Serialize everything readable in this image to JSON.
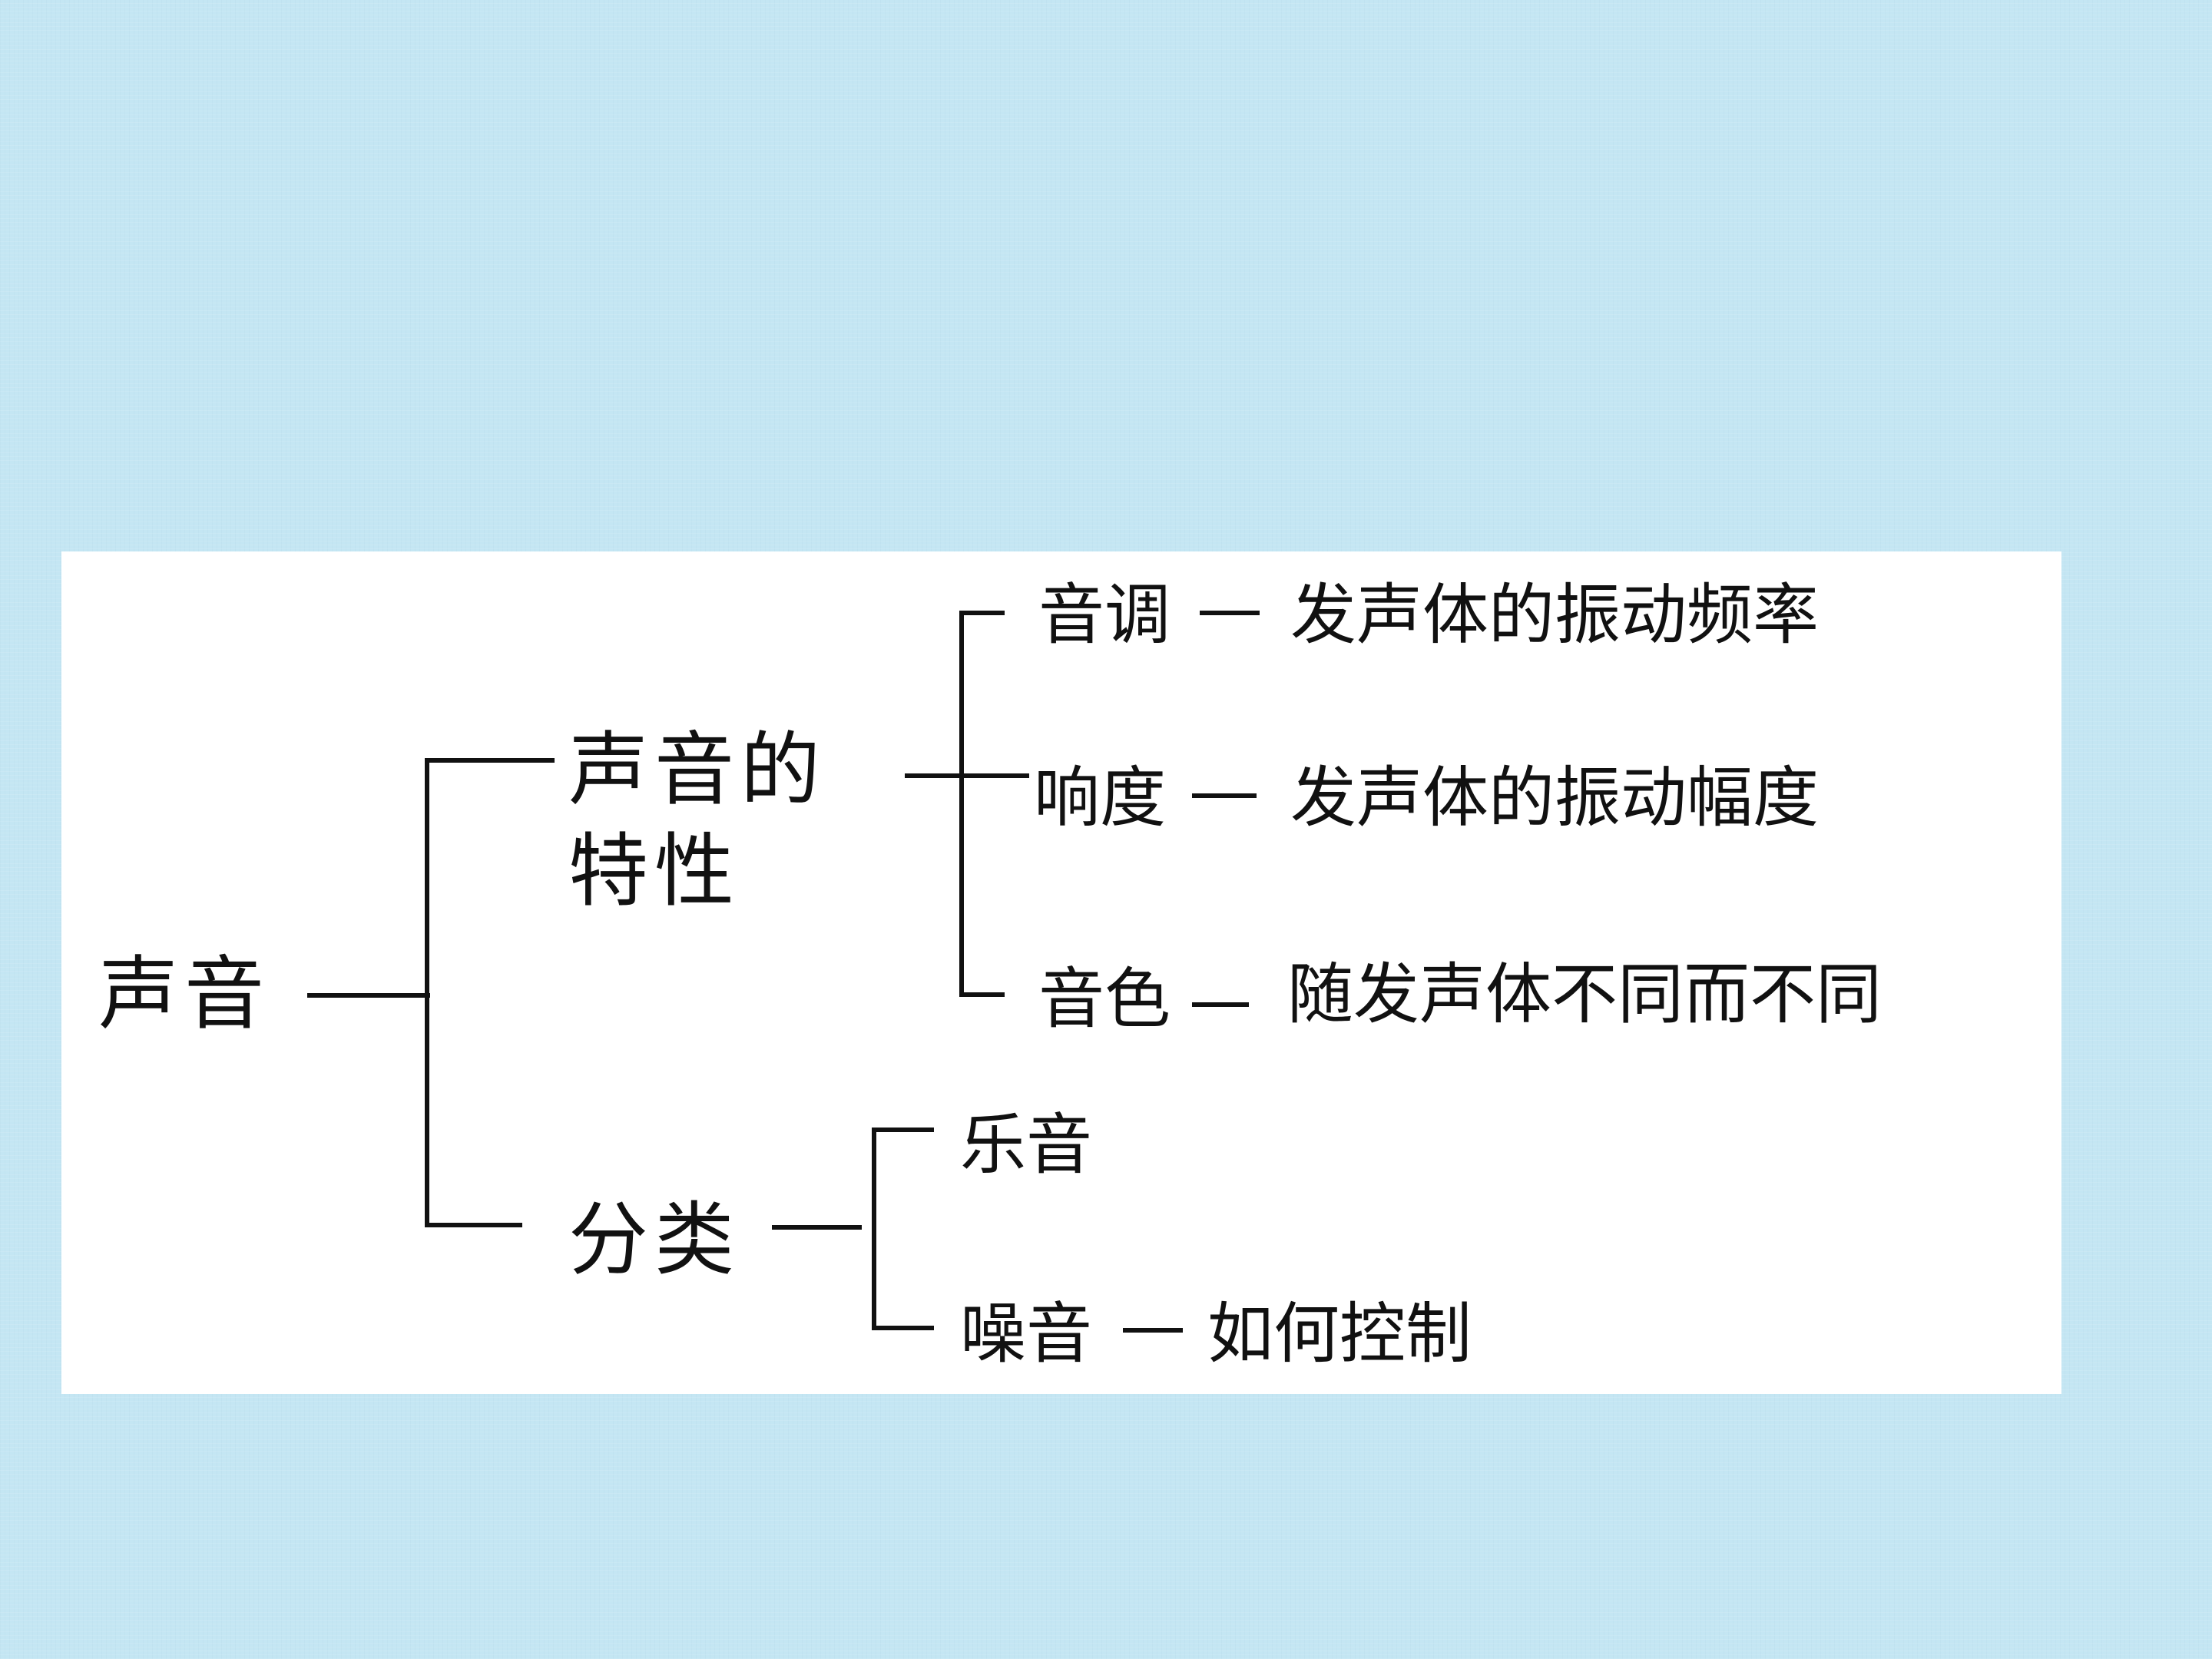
{
  "background_color": "#c4e6f3",
  "panel_color": "#ffffff",
  "line_color": "#111111",
  "diagram": {
    "root": {
      "label": "声音"
    },
    "branches": [
      {
        "label_line1": "声音的",
        "label_line2": "特性",
        "children": [
          {
            "label": "音调",
            "description": "发声体的振动频率"
          },
          {
            "label": "响度",
            "description": "发声体的振动幅度"
          },
          {
            "label": "音色",
            "description": "随发声体不同而不同"
          }
        ]
      },
      {
        "label": "分类",
        "children": [
          {
            "label": "乐音"
          },
          {
            "label": "噪音",
            "description": "如何控制"
          }
        ]
      }
    ]
  }
}
